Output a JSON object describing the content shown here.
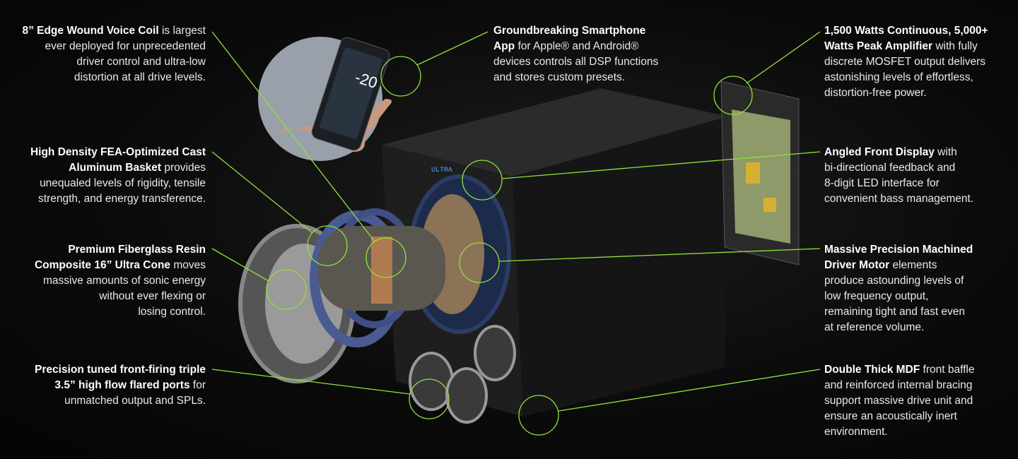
{
  "callouts": {
    "voice_coil": {
      "bold": "8” Edge Wound Voice Coil",
      "text": " is largest\never deployed for unprecedented\ndriver control and ultra-low\ndistortion at all drive levels."
    },
    "basket": {
      "bold": "High Density FEA-Optimized Cast\nAluminum Basket",
      "text": " provides\nunequaled levels of rigidity, tensile\nstrength, and energy transference."
    },
    "cone": {
      "bold": "Premium Fiberglass Resin\nComposite 16” Ultra Cone",
      "text": " moves\nmassive amounts of sonic energy\nwithout ever flexing or\nlosing control."
    },
    "ports": {
      "bold": "Precision tuned front-firing triple\n3.5” high flow flared ports",
      "text": " for\nunmatched output and SPLs."
    },
    "app": {
      "bold": "Groundbreaking Smartphone\nApp",
      "text": " for Apple® and Android®\ndevices controls all DSP functions\nand stores custom presets."
    },
    "amplifier": {
      "bold": "1,500 Watts Continuous, 5,000+\nWatts Peak Amplifier",
      "text": " with fully\ndiscrete MOSFET output delivers\nastonishing levels of effortless,\ndistortion-free power."
    },
    "display": {
      "bold": "Angled Front Display",
      "text": " with\nbi-directional feedback and\n8-digit LED interface for\nconvenient bass management."
    },
    "motor": {
      "bold": "Massive Precision Machined\nDriver Motor",
      "text": " elements\nproduce astounding levels of\nlow frequency output,\nremaining tight and fast even\nat reference volume."
    },
    "mdf": {
      "bold": "Double Thick MDF",
      "text": " front baffle\nand reinforced internal bracing\nsupport massive drive unit and\nensure an acoustically inert\nenvironment."
    }
  },
  "phone_screen": {
    "value": "-20"
  },
  "front_display": {
    "text": "ULTRA"
  },
  "colors": {
    "accent": "#8fe33a",
    "background": "#0b0b0b"
  }
}
